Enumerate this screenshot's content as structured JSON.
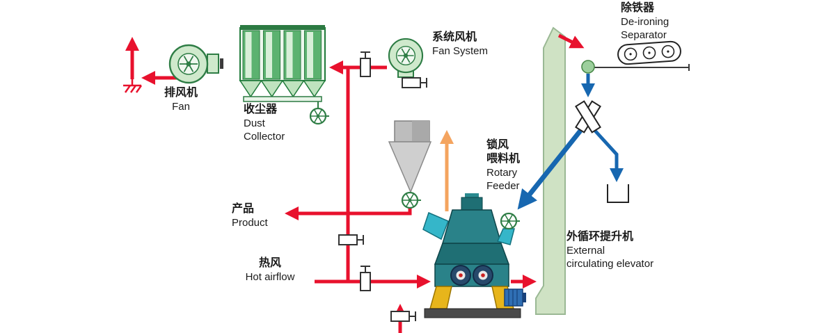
{
  "colors": {
    "arrow_red": "#e8112d",
    "arrow_blue": "#1767b0",
    "arrow_orange": "#f4a45f",
    "machine_green": "#2e7d45",
    "machine_green_fill": "#cfe9cc",
    "elevator_green": "#cfe2c4",
    "cyclone_gray": "#cfcfcf",
    "mill_teal": "#2a8289",
    "mill_yellow": "#e7b51b",
    "motor_blue": "#2f6fb4",
    "chute_cyan": "#35b6c9",
    "text": "#1a1a1a",
    "background": "#ffffff"
  },
  "components": {
    "exhaust_fan": "fan-blower-icon",
    "dust_collector": "baghouse-icon",
    "system_fan": "fan-blower-icon",
    "cyclone": "cyclone-separator-icon",
    "rotary_valve": "rotary-valve-icon",
    "gate_valve": "gate-valve-icon",
    "vertical_mill": "vertical-roller-mill-icon",
    "elevator": "bucket-elevator-icon",
    "deironing_separator": "magnetic-separator-conveyor-icon",
    "splitter": "two-way-chute-icon",
    "reject_bin": "open-bin-icon"
  },
  "labels": {
    "exhaust_fan": {
      "zh": "排风机",
      "en": "Fan"
    },
    "dust_collector": {
      "zh": "收尘器",
      "en1": "Dust",
      "en2": "Collector"
    },
    "system_fan": {
      "zh": "系统风机",
      "en": "Fan System"
    },
    "deironing_separator": {
      "zh": "除铁器",
      "en1": "De-ironing",
      "en2": "Separator"
    },
    "rotary_feeder": {
      "zh1": "锁风",
      "zh2": "喂料机",
      "en1": "Rotary",
      "en2": "Feeder"
    },
    "product": {
      "zh": "产品",
      "en": "Product"
    },
    "hot_airflow": {
      "zh": "热风",
      "en": "Hot airflow"
    },
    "external_elevator": {
      "zh": "外循环提升机",
      "en1": "External",
      "en2": "circulating elevator"
    }
  }
}
